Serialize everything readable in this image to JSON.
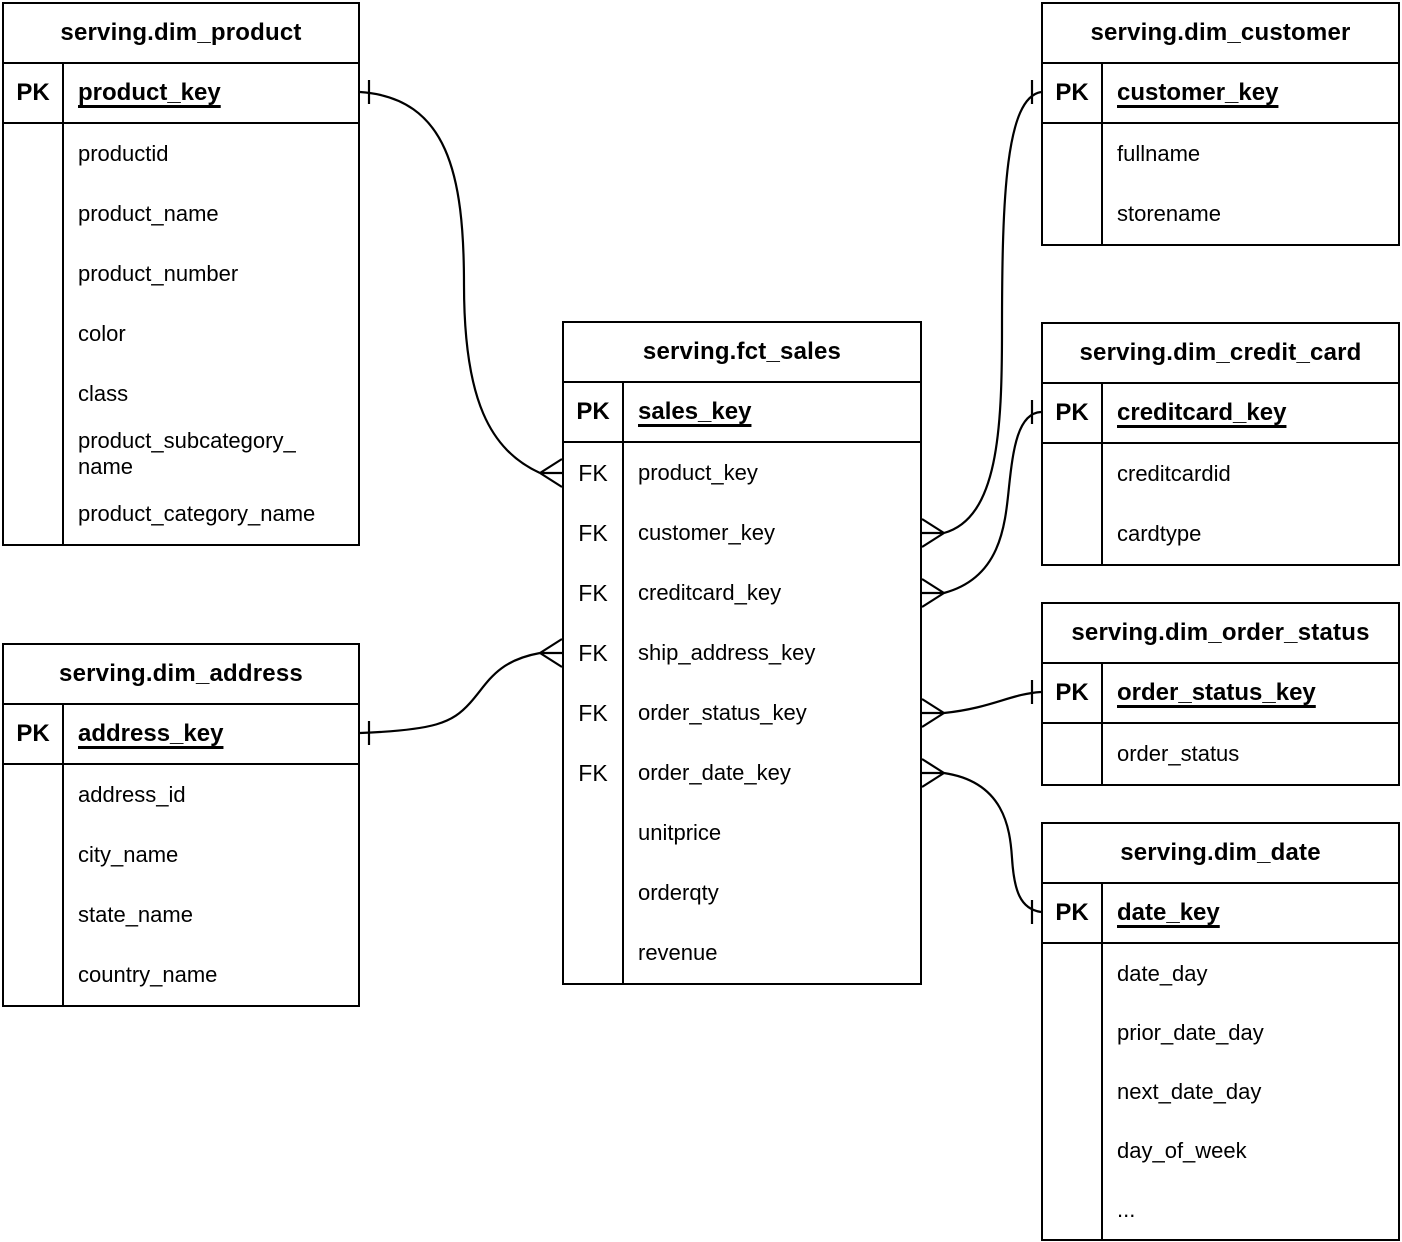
{
  "diagram_type": "entity-relationship",
  "colors": {
    "line": "#000000",
    "background": "#ffffff",
    "text": "#000000"
  },
  "tables": {
    "dim_product": {
      "title": "serving.dim_product",
      "pk_badge": "PK",
      "pk_field": "product_key",
      "rows": [
        {
          "badge": "",
          "name": "productid"
        },
        {
          "badge": "",
          "name": "product_name"
        },
        {
          "badge": "",
          "name": "product_number"
        },
        {
          "badge": "",
          "name": "color"
        },
        {
          "badge": "",
          "name": "class"
        },
        {
          "badge": "",
          "name": "product_subcategory_\nname"
        },
        {
          "badge": "",
          "name": "product_category_name"
        }
      ]
    },
    "dim_address": {
      "title": "serving.dim_address",
      "pk_badge": "PK",
      "pk_field": "address_key",
      "rows": [
        {
          "badge": "",
          "name": "address_id"
        },
        {
          "badge": "",
          "name": "city_name"
        },
        {
          "badge": "",
          "name": "state_name"
        },
        {
          "badge": "",
          "name": "country_name"
        }
      ]
    },
    "fct_sales": {
      "title": "serving.fct_sales",
      "pk_badge": "PK",
      "pk_field": "sales_key",
      "rows": [
        {
          "badge": "FK",
          "name": "product_key"
        },
        {
          "badge": "FK",
          "name": "customer_key"
        },
        {
          "badge": "FK",
          "name": "creditcard_key"
        },
        {
          "badge": "FK",
          "name": "ship_address_key"
        },
        {
          "badge": "FK",
          "name": "order_status_key"
        },
        {
          "badge": "FK",
          "name": "order_date_key"
        },
        {
          "badge": "",
          "name": "unitprice"
        },
        {
          "badge": "",
          "name": "orderqty"
        },
        {
          "badge": "",
          "name": "revenue"
        }
      ]
    },
    "dim_customer": {
      "title": "serving.dim_customer",
      "pk_badge": "PK",
      "pk_field": "customer_key",
      "rows": [
        {
          "badge": "",
          "name": "fullname"
        },
        {
          "badge": "",
          "name": "storename"
        }
      ]
    },
    "dim_credit_card": {
      "title": "serving.dim_credit_card",
      "pk_badge": "PK",
      "pk_field": "creditcard_key",
      "rows": [
        {
          "badge": "",
          "name": "creditcardid"
        },
        {
          "badge": "",
          "name": "cardtype"
        }
      ]
    },
    "dim_order_status": {
      "title": "serving.dim_order_status",
      "pk_badge": "PK",
      "pk_field": "order_status_key",
      "rows": [
        {
          "badge": "",
          "name": "order_status"
        }
      ]
    },
    "dim_date": {
      "title": "serving.dim_date",
      "pk_badge": "PK",
      "pk_field": "date_key",
      "rows": [
        {
          "badge": "",
          "name": "date_day"
        },
        {
          "badge": "",
          "name": "prior_date_day"
        },
        {
          "badge": "",
          "name": "next_date_day"
        },
        {
          "badge": "",
          "name": "day_of_week"
        },
        {
          "badge": "",
          "name": "..."
        }
      ]
    }
  },
  "relationships": [
    {
      "one_side": "serving.dim_product.product_key",
      "many_side": "serving.fct_sales.product_key",
      "cardinality": "one-to-many"
    },
    {
      "one_side": "serving.dim_address.address_key",
      "many_side": "serving.fct_sales.ship_address_key",
      "cardinality": "one-to-many"
    },
    {
      "one_side": "serving.dim_customer.customer_key",
      "many_side": "serving.fct_sales.customer_key",
      "cardinality": "one-to-many"
    },
    {
      "one_side": "serving.dim_credit_card.creditcard_key",
      "many_side": "serving.fct_sales.creditcard_key",
      "cardinality": "one-to-many"
    },
    {
      "one_side": "serving.dim_order_status.order_status_key",
      "many_side": "serving.fct_sales.order_status_key",
      "cardinality": "one-to-many"
    },
    {
      "one_side": "serving.dim_date.date_key",
      "many_side": "serving.fct_sales.order_date_key",
      "cardinality": "one-to-many"
    }
  ]
}
